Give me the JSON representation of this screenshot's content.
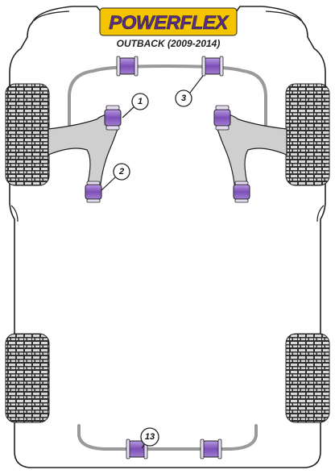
{
  "brand": {
    "name": "POWERFLEX",
    "model": "OUTBACK (2009-2014)"
  },
  "callouts": [
    {
      "id": "1",
      "label": "1"
    },
    {
      "id": "2",
      "label": "2"
    },
    {
      "id": "3",
      "label": "3"
    },
    {
      "id": "13",
      "label": "13"
    }
  ],
  "colors": {
    "body_outline": "#222222",
    "bar_grey": "#9a9a9a",
    "arm_grey": "#cfcfcf",
    "bush_purple": "#8a5cc0",
    "bush_light": "#e6dcf2",
    "tyre_dark": "#2e2e2e",
    "tyre_light": "#d9d9d9",
    "logo_yellow": "#f5c400",
    "logo_purple": "#5b2c8f"
  }
}
